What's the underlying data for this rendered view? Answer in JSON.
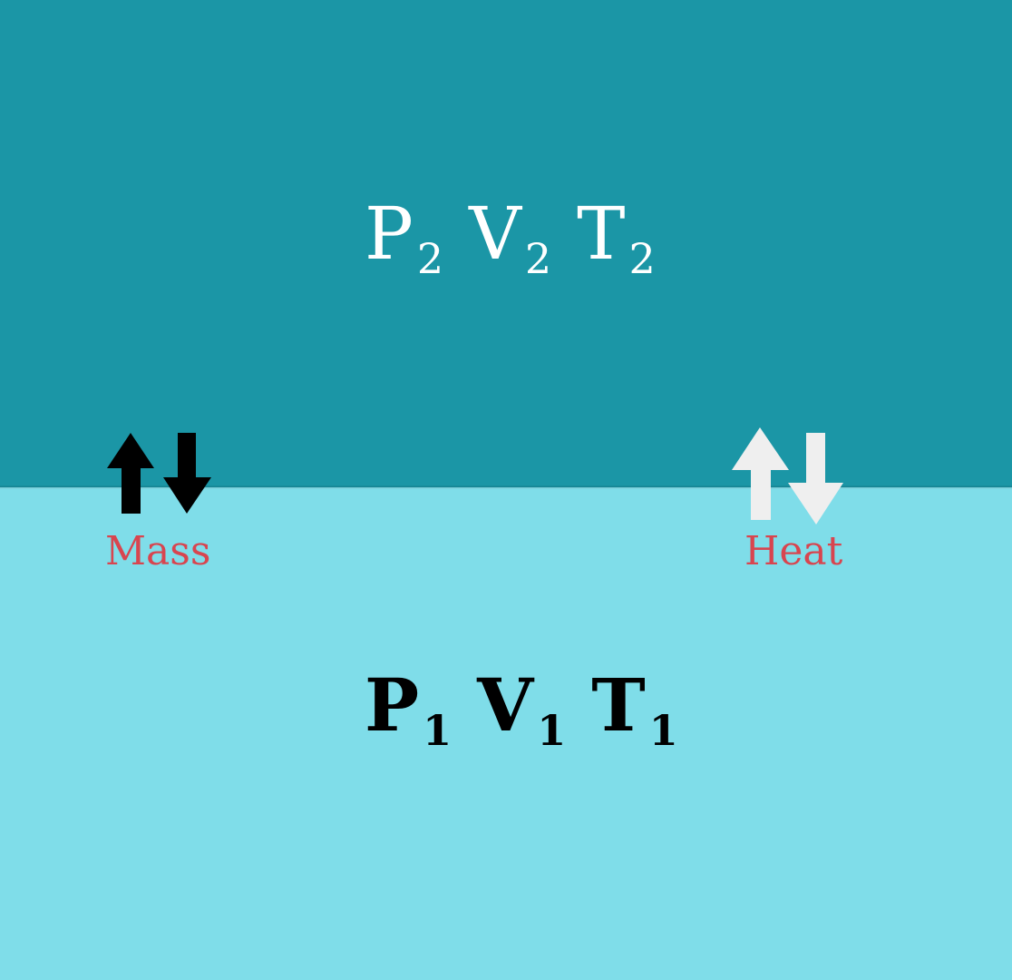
{
  "colors": {
    "top_region": "#1b96a6",
    "bottom_region": "#7fdde9",
    "top_text": "#ffffff",
    "bottom_text": "#000000",
    "label_text": "#d8454f",
    "mass_arrows": "#000000",
    "heat_arrows": "#efefef"
  },
  "top_state": {
    "p": "P",
    "p_sub": "2",
    "v": "V",
    "v_sub": "2",
    "t": "T",
    "t_sub": "2"
  },
  "bottom_state": {
    "p": "P",
    "p_sub": "1",
    "v": "V",
    "v_sub": "1",
    "t": "T",
    "t_sub": "1"
  },
  "exchanges": {
    "mass_label": "Mass",
    "mass_icon": "up-down-arrows-icon",
    "heat_label": "Heat",
    "heat_icon": "up-down-arrows-icon"
  }
}
